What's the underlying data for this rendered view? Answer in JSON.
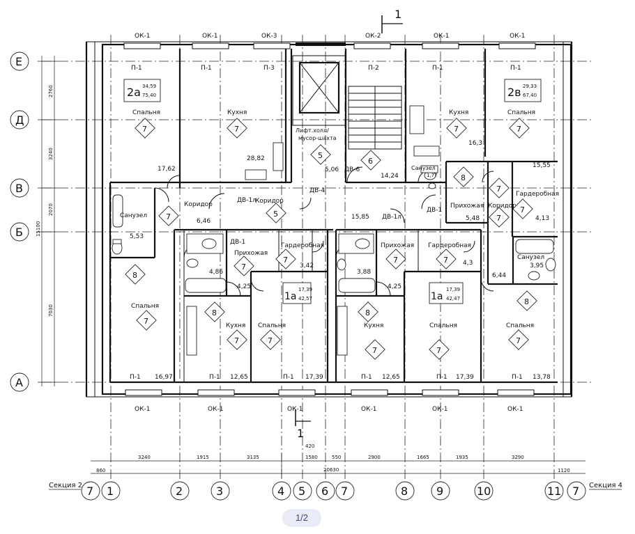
{
  "sections": {
    "left": "Секция 2",
    "right": "Секция 4"
  },
  "cut_marker": "1",
  "grid": {
    "rows": [
      "Е",
      "Д",
      "В",
      "Б",
      "А"
    ],
    "cols": [
      "1",
      "2",
      "3",
      "4",
      "5",
      "6",
      "7",
      "8",
      "9",
      "10",
      "11"
    ],
    "section_marker": "7"
  },
  "row_dims": {
    "r1": "2760",
    "r2": "3240",
    "r3": "2070",
    "r4": "7030",
    "total": "15100"
  },
  "col_dims": {
    "d860": "860",
    "d3240": "3240",
    "d1915": "1915",
    "d3135": "3135",
    "d420": "420",
    "d1580": "1580",
    "d550": "550",
    "d2900": "2900",
    "d1665": "1665",
    "d1935": "1935",
    "d3290": "3290",
    "d1120": "1120",
    "total": "20630"
  },
  "windows": {
    "top": [
      "ОК-1",
      "ОК-1",
      "ОК-3",
      "ОК-2",
      "ОК-1",
      "ОК-1"
    ],
    "bottom": [
      "ОК-1",
      "ОК-1",
      "ОК-1",
      "ОК-1",
      "ОК-1",
      "ОК-1"
    ]
  },
  "partitions": {
    "p1": "П-1",
    "p2": "П-2",
    "p3": "П-3"
  },
  "doors": {
    "dv1": "ДВ-1",
    "dv1l": "ДВ-1л",
    "dv4": "ДВ-4",
    "dv6": "ДВ-6"
  },
  "apartments": {
    "a2a": {
      "label": "2а",
      "living": "34,59",
      "total": "75,40"
    },
    "a2b": {
      "label": "2в",
      "living": "29,33",
      "total": "67,40"
    },
    "a1a_l": {
      "label": "1а",
      "living": "17,39",
      "total": "42,57"
    },
    "a1a_r": {
      "label": "1а",
      "living": "17,39",
      "total": "42,47"
    }
  },
  "rooms": {
    "bedroom": "Спальня",
    "kitchen": "Кухня",
    "bath": "Санузел",
    "corridor": "Коридор",
    "hall": "Прихожая",
    "wardrobe": "Гардеробная",
    "lift": "Лифт.холл/",
    "lift2": "мусор-шахта",
    "corridor_short": "Коридор"
  },
  "areas": {
    "a17_62": "17,62",
    "a28_82": "28,82",
    "a5_06": "5,06",
    "a14_24": "14,24",
    "a16_3": "16,3",
    "a15_55": "15,55",
    "a1_77": "1,77",
    "a6_46": "6,46",
    "a5_53": "5,53",
    "a15_85": "15,85",
    "a5_48": "5,48",
    "a4_13": "4,13",
    "a4_86": "4,86",
    "a4_25": "4,25",
    "a3_42": "3,42",
    "a3_88": "3,88",
    "a4_3": "4,3",
    "a6_44": "6,44",
    "a3_95": "3,95",
    "a16_97": "16,97",
    "a12_65": "12,65",
    "a17_39": "17,39",
    "a13_78": "13,78"
  },
  "marks": {
    "m7": "7",
    "m5": "5",
    "m6": "6",
    "m8": "8"
  },
  "pagination": "1/2"
}
